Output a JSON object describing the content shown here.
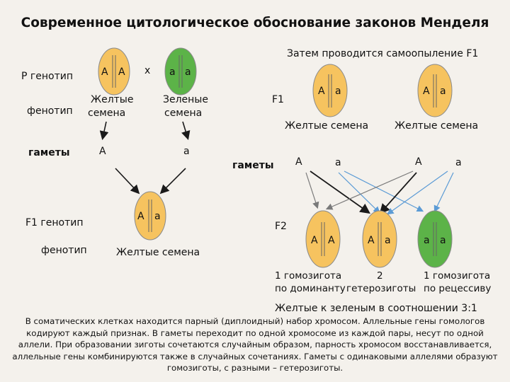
{
  "title": "Современное цитологическое обоснование законов Менделя",
  "left": {
    "p_genotype_label": "P генотип",
    "p_phenotype_label": "фенотип",
    "gametes_label": "гаметы",
    "f1_genotype_label": "F1 генотип",
    "f1_phenotype_label": "фенотип",
    "cross_sign": "x",
    "parent1_alleles": [
      "А",
      "А"
    ],
    "parent2_alleles": [
      "а",
      "а"
    ],
    "parent1_phenotype": [
      "Желтые",
      "семена"
    ],
    "parent2_phenotype": [
      "Зеленые",
      "семена"
    ],
    "gamete1": "А",
    "gamete2": "а",
    "f1_alleles": [
      "А",
      "а"
    ],
    "f1_phenotype": "Желтые семена"
  },
  "right": {
    "selfing_note": "Затем проводится самоопыление F1",
    "f1_label": "F1",
    "cell1_alleles": [
      "А",
      "а"
    ],
    "cell2_alleles": [
      "А",
      "а"
    ],
    "cell1_phenotype": "Желтые семена",
    "cell2_phenotype": "Желтые семена",
    "gametes_label": "гаметы",
    "gametes": [
      "А",
      "а",
      "А",
      "а"
    ],
    "f2_label": "F2",
    "f2_cells": [
      {
        "alleles": [
          "А",
          "А"
        ],
        "color": "yellow"
      },
      {
        "alleles": [
          "А",
          "а"
        ],
        "color": "yellow"
      },
      {
        "alleles": [
          "а",
          "а"
        ],
        "color": "green"
      }
    ],
    "result1": [
      "1 гомозигота",
      "по доминанту"
    ],
    "result2": [
      "2",
      "гетерозиготы"
    ],
    "result3": [
      "1 гомозигота",
      "по рецессиву"
    ],
    "ratio": "Желтые к зеленым в соотношении 3:1"
  },
  "footer": "В соматических клетках находится парный (диплоидный) набор хромосом. Аллельные гены гомологов кодируют каждый признак. В гаметы переходит по одной хромосоме из каждой пары, несут по одной аллели. При образовании зиготы сочетаются случайным образом, парность хромосом восстанавливается, аллельные гены комбинируются также в случайных сочетаниях. Гаметы с одинаковыми аллелями образуют гомозиготы, с разными – гетерозиготы.",
  "colors": {
    "yellow_cell": "#f6c35f",
    "green_cell": "#5cb348",
    "cell_stroke": "#8a8a8a",
    "arrow_black": "#1a1a1a",
    "arrow_blue": "#5b9bd5",
    "arrow_gray": "#7a7a7a"
  }
}
